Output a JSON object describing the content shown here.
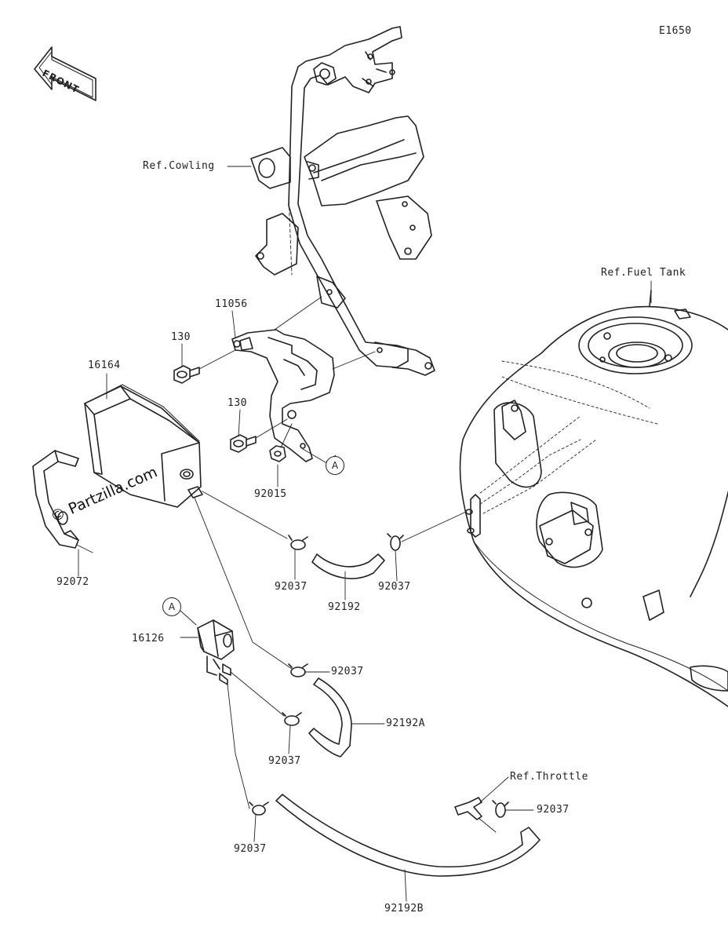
{
  "diagram_code": "E1650",
  "front_arrow_label": "FRONT",
  "watermark": "© Partzilla.com",
  "refs": {
    "cowling": "Ref.Cowling",
    "fuel_tank": "Ref.Fuel Tank",
    "throttle": "Ref.Throttle"
  },
  "callouts": {
    "a_top": "A",
    "a_bottom": "A"
  },
  "parts": {
    "bracket": "11056",
    "bolt_upper": "130",
    "bolt_lower": "130",
    "canister": "16164",
    "nut": "92015",
    "band": "92072",
    "clamp_1": "92037",
    "clamp_2": "92037",
    "clamp_3": "92037",
    "clamp_4": "92037",
    "clamp_5": "92037",
    "clamp_6": "92037",
    "hose_1": "92192",
    "hose_a": "92192A",
    "hose_b": "92192B",
    "valve": "16126"
  }
}
